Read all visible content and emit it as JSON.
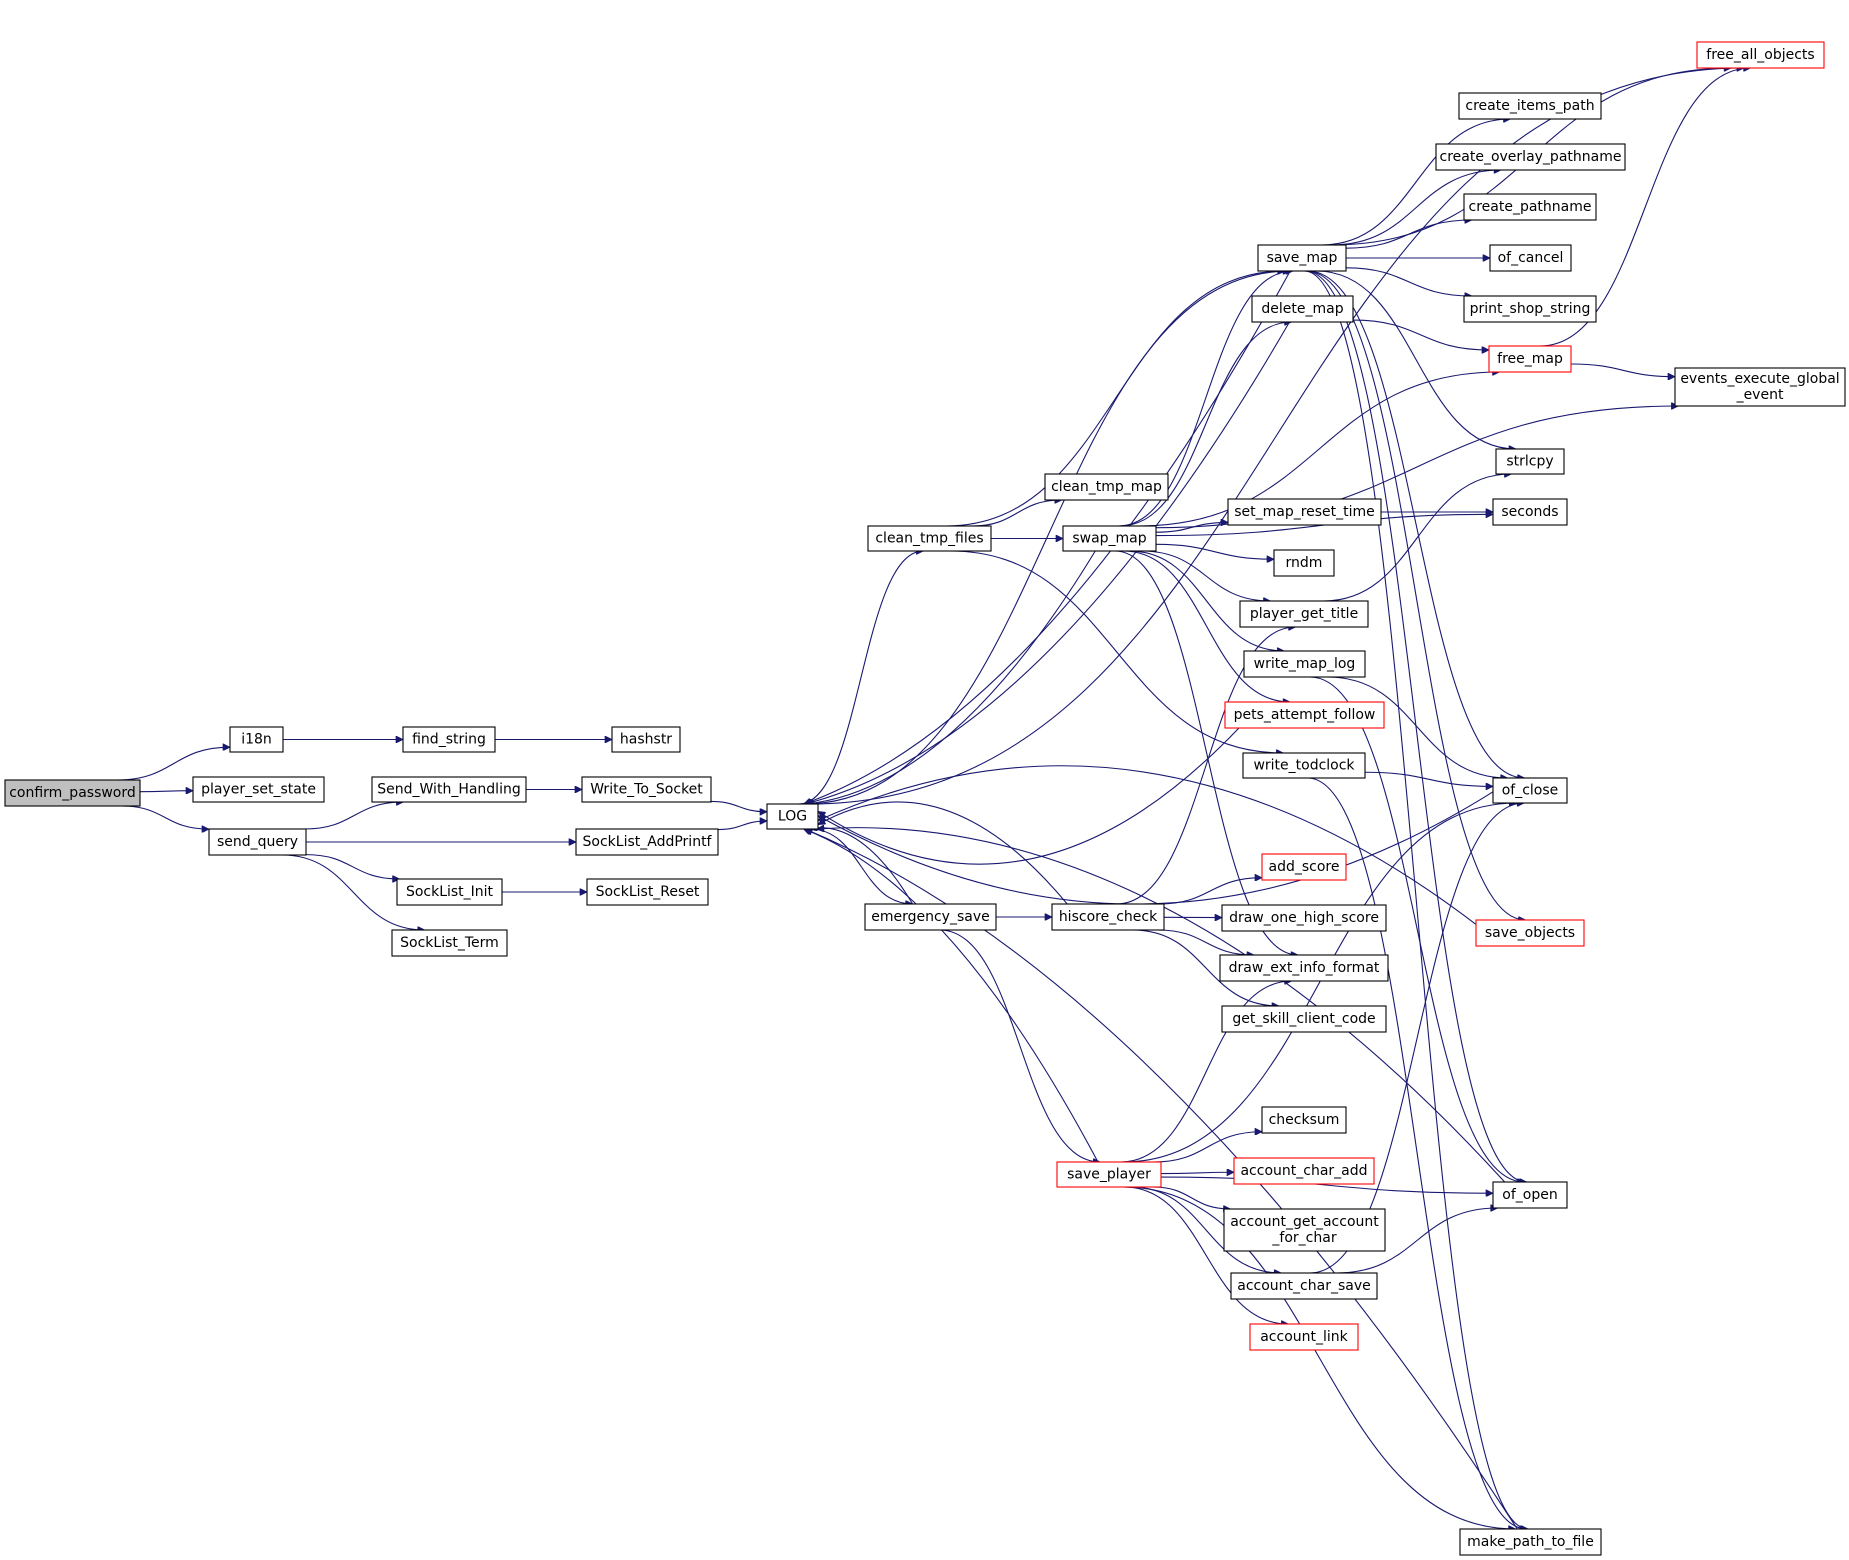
{
  "nodes": [
    {
      "id": "confirm_password",
      "label": "confirm_password",
      "style": "root"
    },
    {
      "id": "i18n",
      "label": "i18n"
    },
    {
      "id": "player_set_state",
      "label": "player_set_state"
    },
    {
      "id": "send_query",
      "label": "send_query"
    },
    {
      "id": "find_string",
      "label": "find_string"
    },
    {
      "id": "hashstr",
      "label": "hashstr"
    },
    {
      "id": "Send_With_Handling",
      "label": "Send_With_Handling"
    },
    {
      "id": "Write_To_Socket",
      "label": "Write_To_Socket"
    },
    {
      "id": "SockList_AddPrintf",
      "label": "SockList_AddPrintf"
    },
    {
      "id": "SockList_Init",
      "label": "SockList_Init"
    },
    {
      "id": "SockList_Reset",
      "label": "SockList_Reset"
    },
    {
      "id": "SockList_Term",
      "label": "SockList_Term"
    },
    {
      "id": "LOG",
      "label": "LOG"
    },
    {
      "id": "clean_tmp_files",
      "label": "clean_tmp_files"
    },
    {
      "id": "clean_tmp_map",
      "label": "clean_tmp_map"
    },
    {
      "id": "swap_map",
      "label": "swap_map"
    },
    {
      "id": "emergency_save",
      "label": "emergency_save"
    },
    {
      "id": "hiscore_check",
      "label": "hiscore_check"
    },
    {
      "id": "save_player",
      "label": "save_player",
      "style": "red"
    },
    {
      "id": "save_map",
      "label": "save_map"
    },
    {
      "id": "delete_map",
      "label": "delete_map"
    },
    {
      "id": "set_map_reset_time",
      "label": "set_map_reset_time"
    },
    {
      "id": "rndm",
      "label": "rndm"
    },
    {
      "id": "player_get_title",
      "label": "player_get_title"
    },
    {
      "id": "write_map_log",
      "label": "write_map_log"
    },
    {
      "id": "pets_attempt_follow",
      "label": "pets_attempt_follow",
      "style": "red"
    },
    {
      "id": "write_todclock",
      "label": "write_todclock"
    },
    {
      "id": "add_score",
      "label": "add_score",
      "style": "red"
    },
    {
      "id": "draw_one_high_score",
      "label": "draw_one_high_score"
    },
    {
      "id": "draw_ext_info_format",
      "label": "draw_ext_info_format"
    },
    {
      "id": "get_skill_client_code",
      "label": "get_skill_client_code"
    },
    {
      "id": "checksum",
      "label": "checksum"
    },
    {
      "id": "account_char_add",
      "label": "account_char_add",
      "style": "red"
    },
    {
      "id": "account_get_account_for_char",
      "label": "account_get_account\n_for_char"
    },
    {
      "id": "account_char_save",
      "label": "account_char_save"
    },
    {
      "id": "account_link",
      "label": "account_link",
      "style": "red"
    },
    {
      "id": "free_all_objects",
      "label": "free_all_objects",
      "style": "red"
    },
    {
      "id": "create_items_path",
      "label": "create_items_path"
    },
    {
      "id": "create_overlay_pathname",
      "label": "create_overlay_pathname"
    },
    {
      "id": "create_pathname",
      "label": "create_pathname"
    },
    {
      "id": "of_cancel",
      "label": "of_cancel"
    },
    {
      "id": "print_shop_string",
      "label": "print_shop_string"
    },
    {
      "id": "free_map",
      "label": "free_map",
      "style": "red"
    },
    {
      "id": "events_execute_global_event",
      "label": "events_execute_global\n_event"
    },
    {
      "id": "strlcpy",
      "label": "strlcpy"
    },
    {
      "id": "seconds",
      "label": "seconds"
    },
    {
      "id": "of_close",
      "label": "of_close"
    },
    {
      "id": "save_objects",
      "label": "save_objects",
      "style": "red"
    },
    {
      "id": "of_open",
      "label": "of_open"
    },
    {
      "id": "make_path_to_file",
      "label": "make_path_to_file"
    }
  ]
}
